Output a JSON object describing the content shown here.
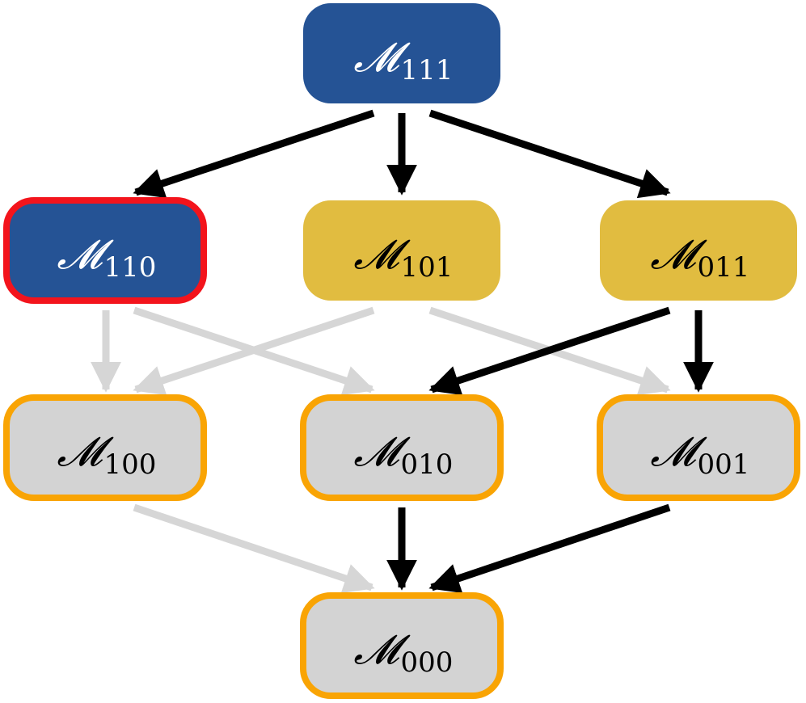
{
  "colors": {
    "blue_fill": "#255395",
    "yellow_fill": "#E1BC40",
    "grey_fill": "#D3D3D3",
    "highlight_border": "#F3141C",
    "orange_border": "#F9A404",
    "active_edge": "#000000",
    "inactive_edge": "#D6D6D6",
    "light_text": "#FFFFFF",
    "dark_text": "#000000"
  },
  "nodes": [
    {
      "id": "111",
      "symbol": "𝓜",
      "subscript": "111",
      "fill": "blue",
      "border": "none"
    },
    {
      "id": "110",
      "symbol": "𝓜",
      "subscript": "110",
      "fill": "blue",
      "border": "red"
    },
    {
      "id": "101",
      "symbol": "𝓜",
      "subscript": "101",
      "fill": "yellow",
      "border": "none"
    },
    {
      "id": "011",
      "symbol": "𝓜",
      "subscript": "011",
      "fill": "yellow",
      "border": "none"
    },
    {
      "id": "100",
      "symbol": "𝓜",
      "subscript": "100",
      "fill": "grey",
      "border": "orange"
    },
    {
      "id": "010",
      "symbol": "𝓜",
      "subscript": "010",
      "fill": "grey",
      "border": "orange"
    },
    {
      "id": "001",
      "symbol": "𝓜",
      "subscript": "001",
      "fill": "grey",
      "border": "orange"
    },
    {
      "id": "000",
      "symbol": "𝓜",
      "subscript": "000",
      "fill": "grey",
      "border": "orange"
    }
  ],
  "edges": [
    {
      "from": "111",
      "to": "110",
      "style": "active"
    },
    {
      "from": "111",
      "to": "101",
      "style": "active"
    },
    {
      "from": "111",
      "to": "011",
      "style": "active"
    },
    {
      "from": "110",
      "to": "100",
      "style": "inactive"
    },
    {
      "from": "110",
      "to": "010",
      "style": "inactive"
    },
    {
      "from": "101",
      "to": "100",
      "style": "inactive"
    },
    {
      "from": "101",
      "to": "001",
      "style": "inactive"
    },
    {
      "from": "011",
      "to": "010",
      "style": "active"
    },
    {
      "from": "011",
      "to": "001",
      "style": "active"
    },
    {
      "from": "100",
      "to": "000",
      "style": "inactive"
    },
    {
      "from": "010",
      "to": "000",
      "style": "active"
    },
    {
      "from": "001",
      "to": "000",
      "style": "active"
    }
  ]
}
